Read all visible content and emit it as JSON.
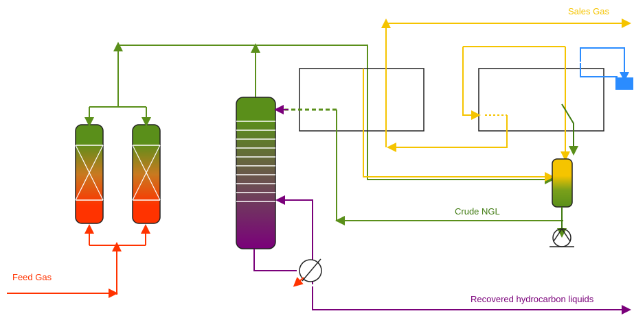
{
  "labels": {
    "sales_gas": "Sales Gas",
    "crude_ngl": "Crude NGL",
    "feed_gas": "Feed Gas",
    "recovered_liquids": "Recovered hydrocarbon liquids"
  },
  "colors": {
    "feed": "#ff3300",
    "green": "#5a8f1a",
    "yellow": "#f5c400",
    "purple": "#7a007a",
    "blue": "#2b8cff",
    "dark_green": "#3f7a10"
  },
  "icons": [
    "dehydrator-vessel",
    "distillation-column",
    "heat-exchanger",
    "separator-drum",
    "pump",
    "cooler"
  ]
}
